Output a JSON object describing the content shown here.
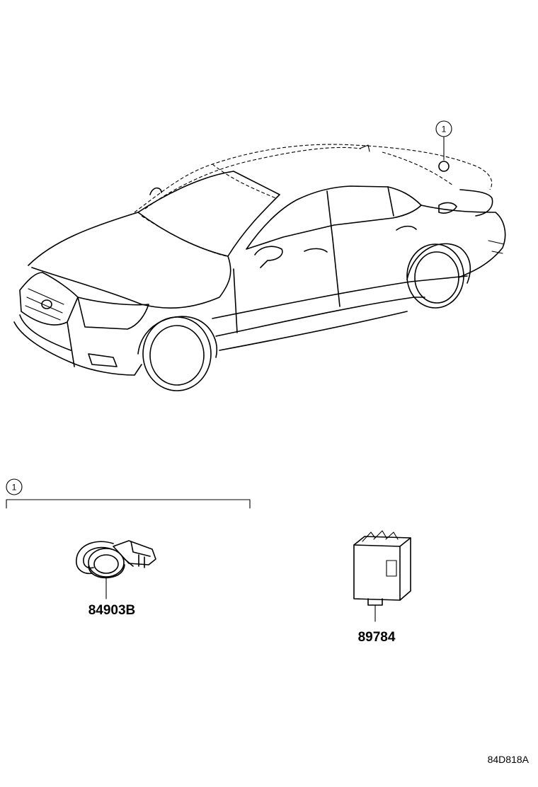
{
  "diagram": {
    "callouts": [
      {
        "label": "1"
      },
      {
        "label": "1"
      }
    ],
    "parts": [
      {
        "number": "84903B",
        "icon": "sensor-icon"
      },
      {
        "number": "89784",
        "icon": "module-icon"
      }
    ],
    "diagram_id": "84D818A"
  }
}
